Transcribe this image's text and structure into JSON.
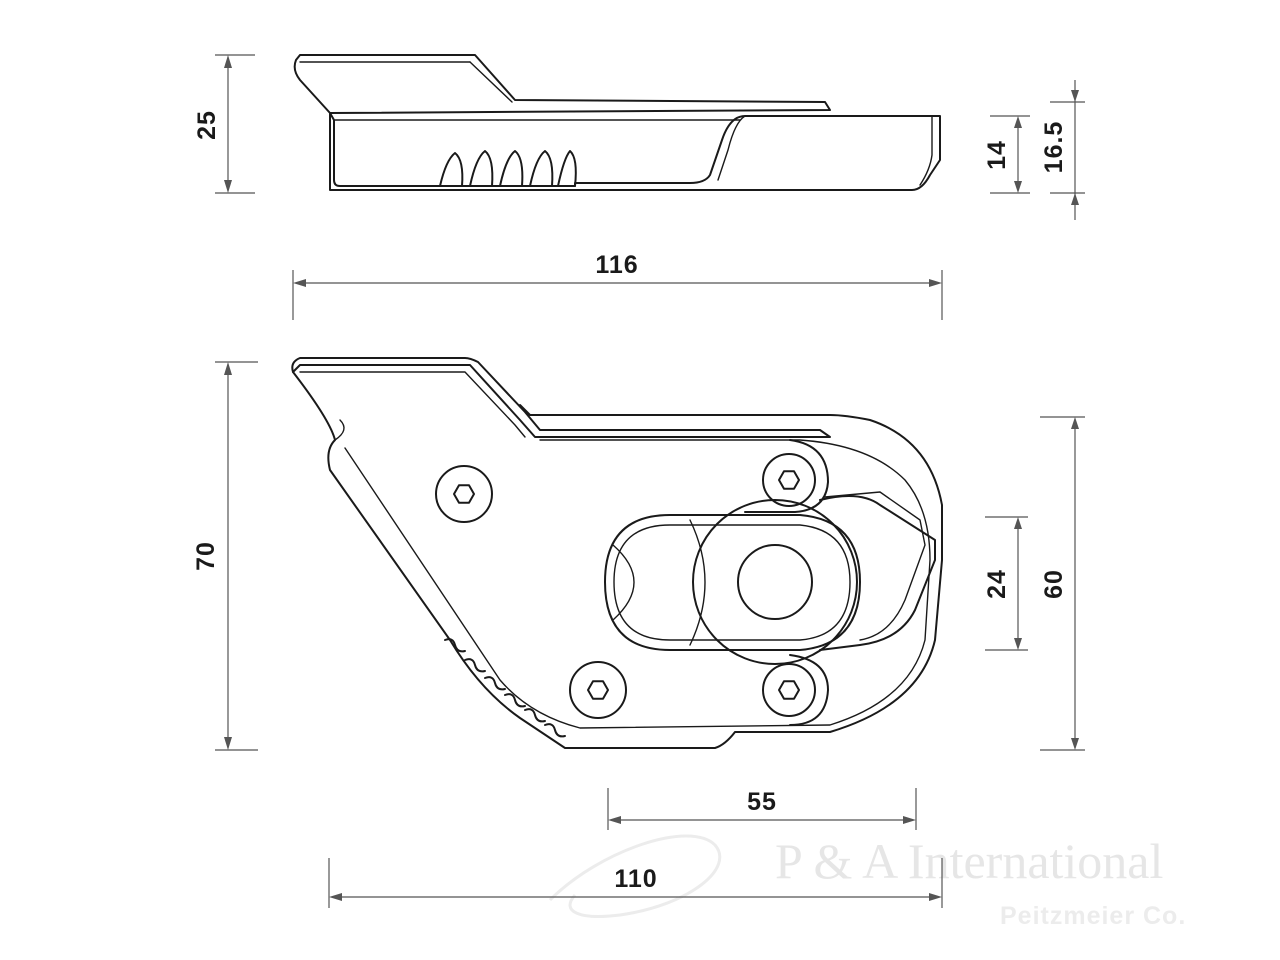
{
  "dimensions": {
    "side_height": "25",
    "tip_height_inner": "14",
    "tip_height_outer": "16.5",
    "overall_length": "116",
    "plate_height": "70",
    "slot_height": "24",
    "body_height": "60",
    "slot_span": "55",
    "plate_length": "110"
  },
  "watermark": {
    "company": "P & A International",
    "subline": "Peitzmeier Co."
  },
  "colors": {
    "line": "#1a1a1a",
    "dimension": "#555555",
    "watermark": "#e6e6e6"
  }
}
